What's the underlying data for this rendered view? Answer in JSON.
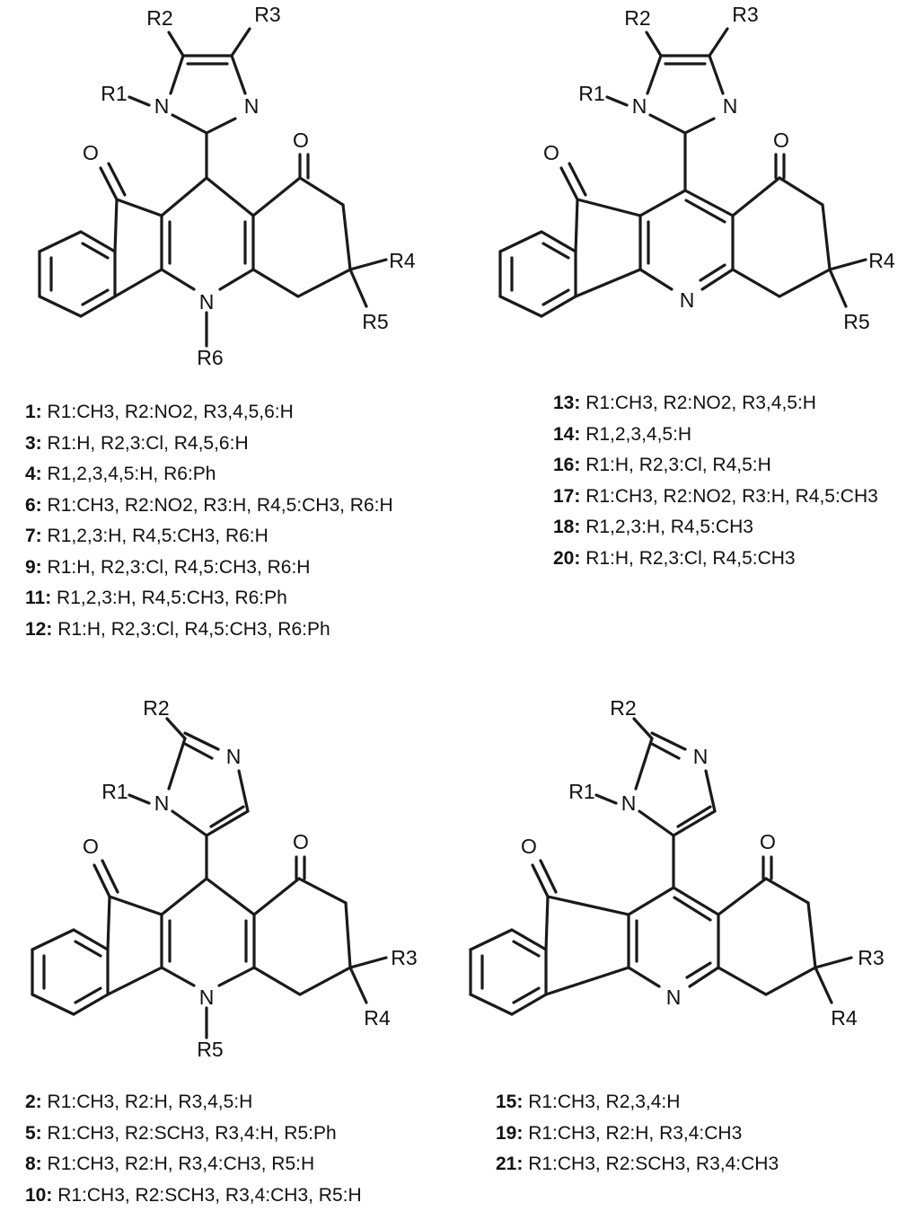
{
  "atoms": {
    "R1": "R1",
    "R2": "R2",
    "R3": "R3",
    "R4": "R4",
    "R5": "R5",
    "R6": "R6",
    "N": "N",
    "O": "O"
  },
  "legends": {
    "A": [
      {
        "id": "1:",
        "text": "R1:CH3, R2:NO2, R3,4,5,6:H"
      },
      {
        "id": "3:",
        "text": "R1:H, R2,3:Cl, R4,5,6:H"
      },
      {
        "id": "4:",
        "text": "R1,2,3,4,5:H, R6:Ph"
      },
      {
        "id": "6:",
        "text": "R1:CH3, R2:NO2, R3:H, R4,5:CH3, R6:H"
      },
      {
        "id": "7:",
        "text": "R1,2,3:H, R4,5:CH3, R6:H"
      },
      {
        "id": "9:",
        "text": "R1:H, R2,3:Cl, R4,5:CH3, R6:H"
      },
      {
        "id": "11:",
        "text": "R1,2,3:H, R4,5:CH3, R6:Ph"
      },
      {
        "id": "12:",
        "text": "R1:H, R2,3:Cl, R4,5:CH3, R6:Ph"
      }
    ],
    "B": [
      {
        "id": "13:",
        "text": "R1:CH3, R2:NO2, R3,4,5:H"
      },
      {
        "id": "14:",
        "text": "R1,2,3,4,5:H"
      },
      {
        "id": "16:",
        "text": "R1:H, R2,3:Cl, R4,5:H"
      },
      {
        "id": "17:",
        "text": "R1:CH3, R2:NO2, R3:H, R4,5:CH3"
      },
      {
        "id": "18:",
        "text": "R1,2,3:H, R4,5:CH3"
      },
      {
        "id": "20:",
        "text": "R1:H, R2,3:Cl, R4,5:CH3"
      }
    ],
    "C": [
      {
        "id": "2:",
        "text": "R1:CH3, R2:H, R3,4,5:H"
      },
      {
        "id": "5:",
        "text": "R1:CH3, R2:SCH3, R3,4:H, R5:Ph"
      },
      {
        "id": "8:",
        "text": "R1:CH3, R2:H, R3,4:CH3, R5:H"
      },
      {
        "id": "10:",
        "text": "R1:CH3, R2:SCH3, R3,4:CH3, R5:H"
      }
    ],
    "D": [
      {
        "id": "15:",
        "text": "R1:CH3, R2,3,4:H"
      },
      {
        "id": "19:",
        "text": "R1:CH3, R2:H, R3,4:CH3"
      },
      {
        "id": "21:",
        "text": "R1:CH3, R2:SCH3, R3,4:CH3"
      }
    ]
  }
}
